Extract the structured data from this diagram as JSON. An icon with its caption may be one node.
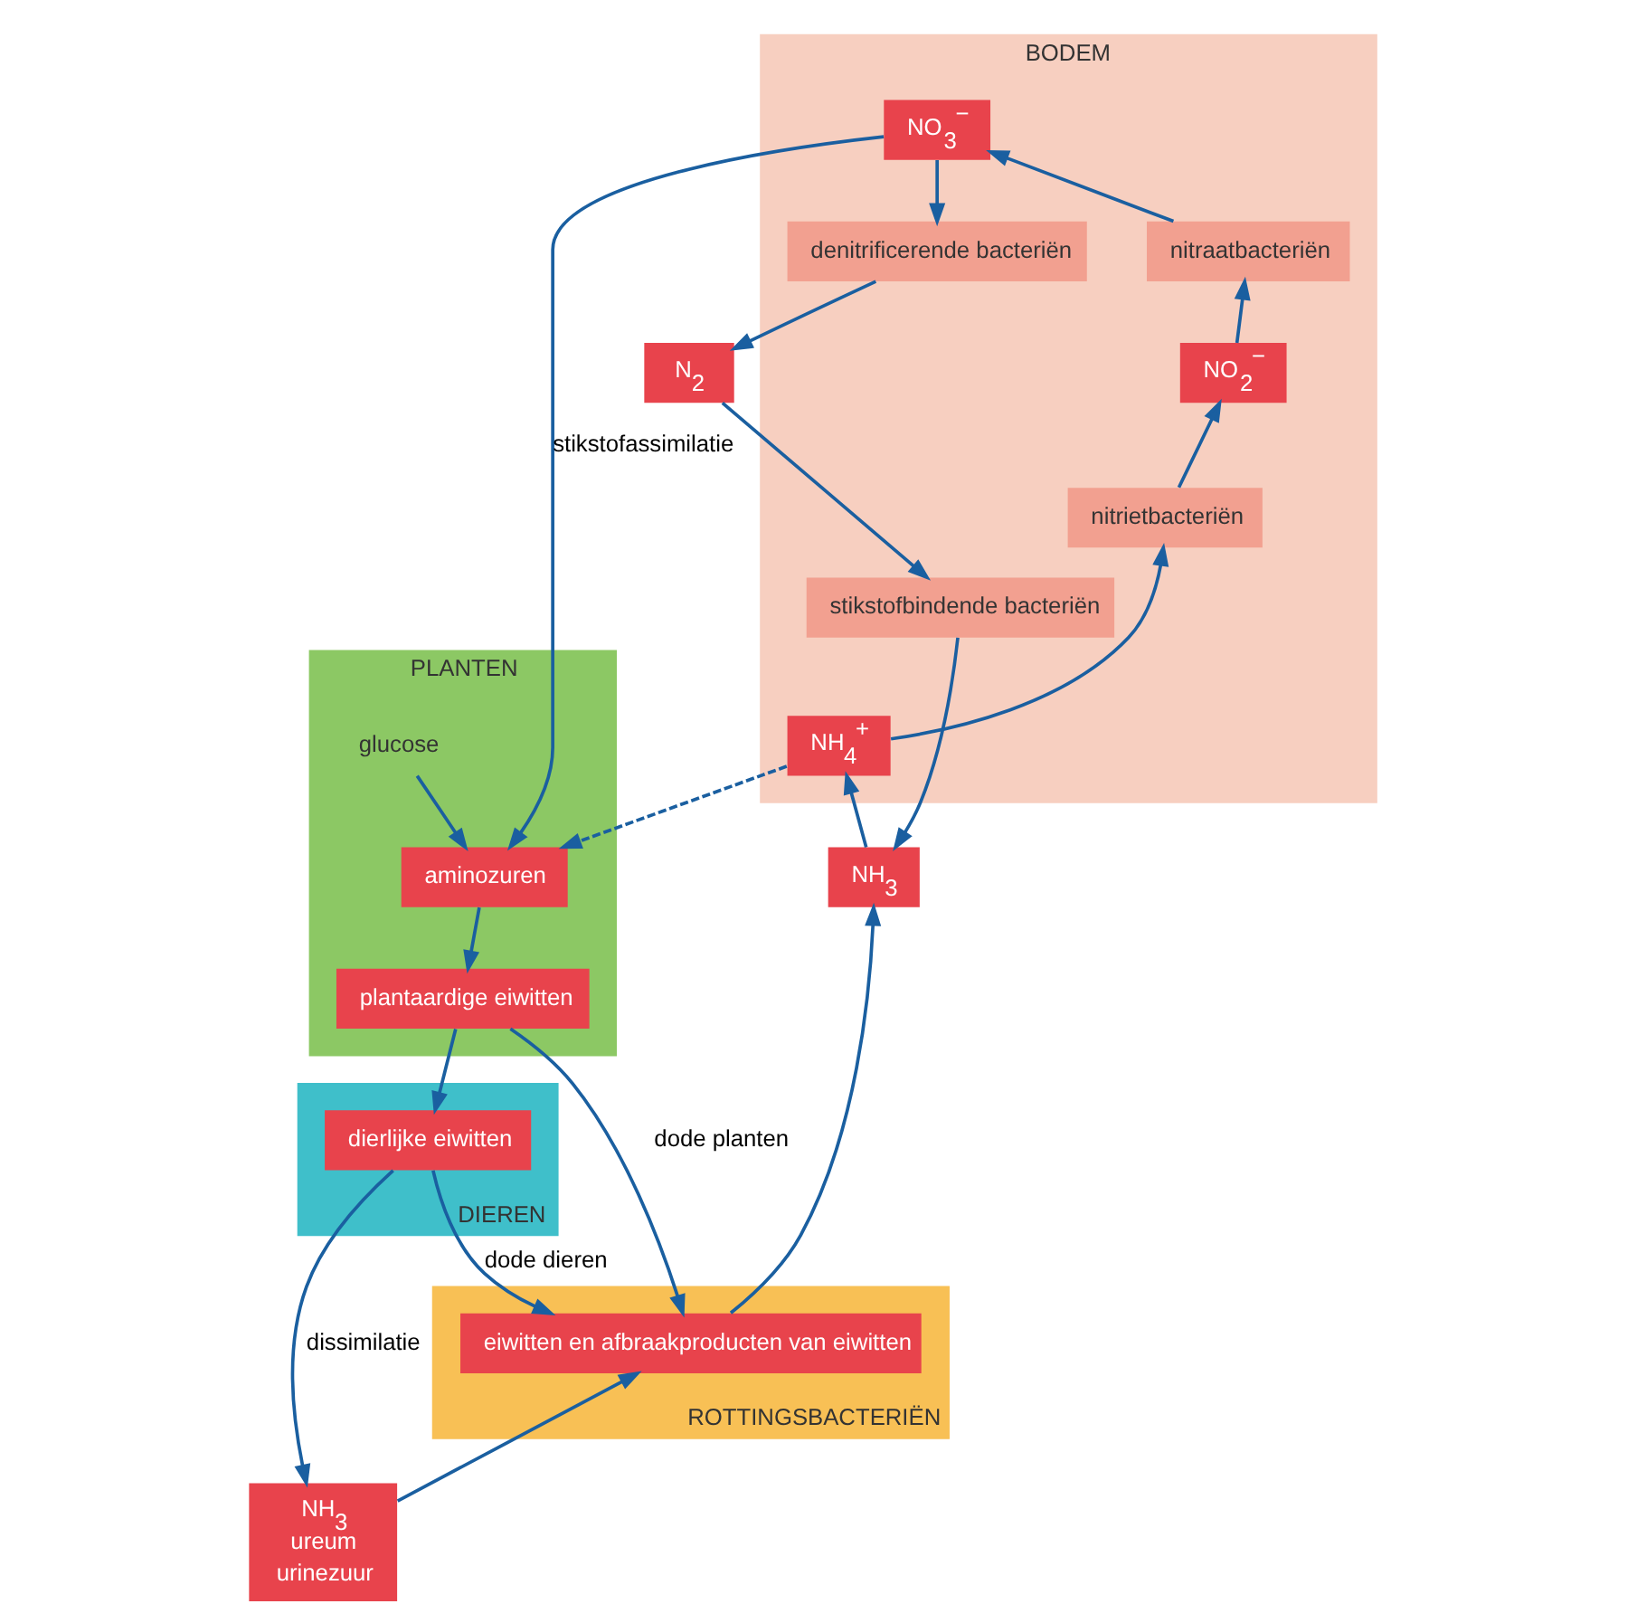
{
  "diagram": {
    "nodes": [
      {
        "text": [
          "PLANTEN"
        ]
      },
      {
        "text": [
          "glucose"
        ],
        "in": 0
      },
      {
        "text": [
          "aminozuren"
        ],
        "in": 0
      },
      {
        "text": [
          "plantaardige eiwitten"
        ],
        "in": 0
      },
      {
        "text": [
          "BODEM"
        ]
      },
      {
        "text": [
          "denitrificerende bacteriën"
        ],
        "in": 4
      },
      {
        "text": [
          "NO$_{3}$$^{−}$"
        ],
        "in": 4
      },
      {
        "text": [
          "nitraatbacteriën"
        ],
        "in": 4
      },
      {
        "text": [
          "NO$_{2}$$^{−}$"
        ],
        "in": 4
      },
      {
        "text": [
          "nitrietbacteriën"
        ],
        "in": 4
      },
      {
        "text": [
          "NH$_{4}$$^{+}$"
        ],
        "in": 4
      },
      {
        "text": [
          "stikstofbindende bacteriën"
        ],
        "in": 4
      },
      {
        "text": [
          "N$_{2}$"
        ]
      },
      {
        "text": [
          "NH$_{3}$"
        ]
      },
      {
        "text": [
          "ROTTINGSBACTERIËN"
        ]
      },
      {
        "text": [
          "eiwitten en afbraakproducten van eiwitten"
        ],
        "in": 14
      },
      {
        "text": [
          "DIEREN"
        ]
      },
      {
        "text": [
          "dierlijke eiwitten"
        ],
        "in": 16
      },
      {
        "text": [
          "NH$_{3}$",
          "ureum",
          "urinezuur"
        ]
      }
    ],
    "edges": [
      {
        "from": 1,
        "to": 2,
        "arrow": "to"
      },
      {
        "from": 2,
        "to": 3,
        "arrow": "to"
      },
      {
        "from": 6,
        "to": 5,
        "arrow": "to"
      },
      {
        "from": 5,
        "to": 12,
        "arrow": "to"
      },
      {
        "from": 12,
        "to": 11,
        "arrow": "to"
      },
      {
        "from": 11,
        "to": 13,
        "arrow": "to"
      },
      {
        "from": 13,
        "to": 10,
        "arrow": "to"
      },
      {
        "from": 10,
        "to": 9,
        "arrow": "to"
      },
      {
        "from": 9,
        "to": 8,
        "arrow": "to"
      },
      {
        "from": 8,
        "to": 7,
        "arrow": "to"
      },
      {
        "from": 7,
        "to": 6,
        "arrow": "to"
      },
      {
        "from": 6,
        "to": 2,
        "arrow": "to",
        "label": "stikstofassimilatie"
      },
      {
        "from": 10,
        "to": 2,
        "arrow": "to",
        "style": "dashed"
      },
      {
        "from": 3,
        "to": 15,
        "arrow": "to",
        "label": "dode planten"
      },
      {
        "from": 3,
        "to": 17,
        "arrow": "to"
      },
      {
        "from": 15,
        "to": 13,
        "arrow": "to"
      },
      {
        "from": 17,
        "to": 15,
        "arrow": "to",
        "label": "dode dieren"
      },
      {
        "from": 17,
        "to": 18,
        "arrow": "to",
        "label": "dissimilatie"
      },
      {
        "from": 18,
        "to": 15,
        "arrow": "to"
      }
    ]
  }
}
